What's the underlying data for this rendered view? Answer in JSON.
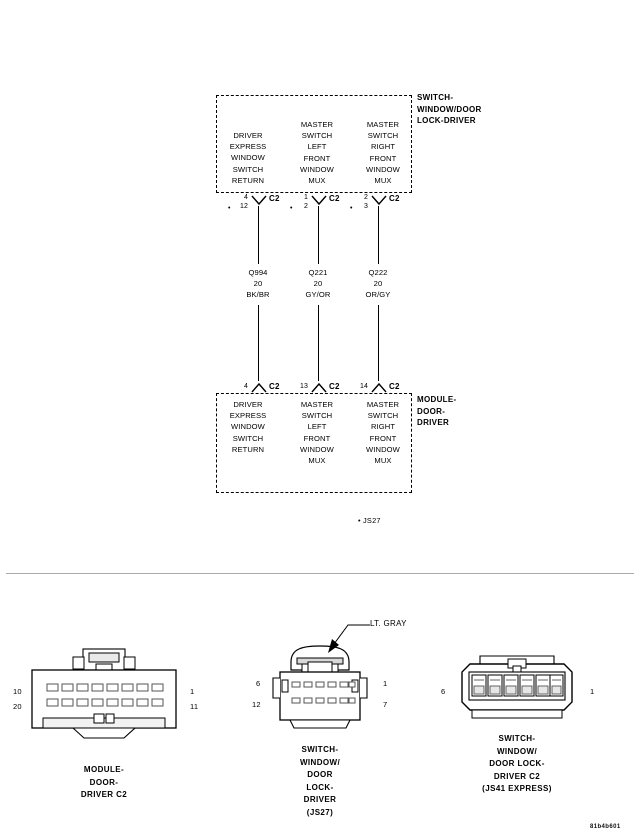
{
  "diagram": {
    "id_code": "81b4b601",
    "reference_note": "• JS27",
    "top_block": {
      "title_lines": [
        "SWITCH-",
        "WINDOW/DOOR",
        "LOCK-DRIVER"
      ],
      "terminals": [
        {
          "description_lines": [
            "DRIVER",
            "EXPRESS",
            "WINDOW",
            "SWITCH",
            "RETURN"
          ],
          "pin_upper": "4",
          "pin_lower": "12",
          "connector": "C2"
        },
        {
          "description_lines": [
            "MASTER",
            "SWITCH",
            "LEFT",
            "FRONT",
            "WINDOW",
            "MUX"
          ],
          "pin_upper": "1",
          "pin_lower": "2",
          "connector": "C2"
        },
        {
          "description_lines": [
            "MASTER",
            "SWITCH",
            "RIGHT",
            "FRONT",
            "WINDOW",
            "MUX"
          ],
          "pin_upper": "2",
          "pin_lower": "3",
          "connector": "C2"
        }
      ]
    },
    "wires": [
      {
        "circuit": "Q994",
        "gauge": "20",
        "color_code": "BK/BR"
      },
      {
        "circuit": "Q221",
        "gauge": "20",
        "color_code": "GY/OR"
      },
      {
        "circuit": "Q222",
        "gauge": "20",
        "color_code": "OR/GY"
      }
    ],
    "bottom_block": {
      "title_lines": [
        "MODULE-",
        "DOOR-",
        "DRIVER"
      ],
      "terminals": [
        {
          "description_lines": [
            "DRIVER",
            "EXPRESS",
            "WINDOW",
            "SWITCH",
            "RETURN"
          ],
          "pin": "4",
          "connector": "C2"
        },
        {
          "description_lines": [
            "MASTER",
            "SWITCH",
            "LEFT",
            "FRONT",
            "WINDOW",
            "MUX"
          ],
          "pin": "13",
          "connector": "C2"
        },
        {
          "description_lines": [
            "MASTER",
            "SWITCH",
            "RIGHT",
            "FRONT",
            "WINDOW",
            "MUX"
          ],
          "pin": "14",
          "connector": "C2"
        }
      ]
    }
  },
  "connector_views": [
    {
      "name": "module-door-driver-c2",
      "caption_lines": [
        "MODULE-",
        "DOOR-",
        "DRIVER C2"
      ],
      "pin_top_left": "10",
      "pin_bottom_left": "20",
      "pin_top_right": "1",
      "pin_bottom_right": "11",
      "cavity_columns": 10,
      "cavity_rows": 2
    },
    {
      "name": "switch-window-door-lock-driver-js27",
      "caption_lines": [
        "SWITCH-",
        "WINDOW/",
        "DOOR",
        "LOCK-",
        "DRIVER",
        "(JS27)"
      ],
      "pin_top_left": "6",
      "pin_bottom_left": "12",
      "pin_top_right": "1",
      "pin_bottom_right": "7",
      "cavity_columns": 6,
      "cavity_rows": 2,
      "callout": "LT. GRAY"
    },
    {
      "name": "switch-window-door-lock-driver-c2-js41",
      "caption_lines": [
        "SWITCH-",
        "WINDOW/",
        "DOOR LOCK-",
        "DRIVER C2",
        "(JS41 EXPRESS)"
      ],
      "pin_left": "6",
      "pin_right": "1",
      "cavity_columns": 6,
      "cavity_rows": 1
    }
  ]
}
